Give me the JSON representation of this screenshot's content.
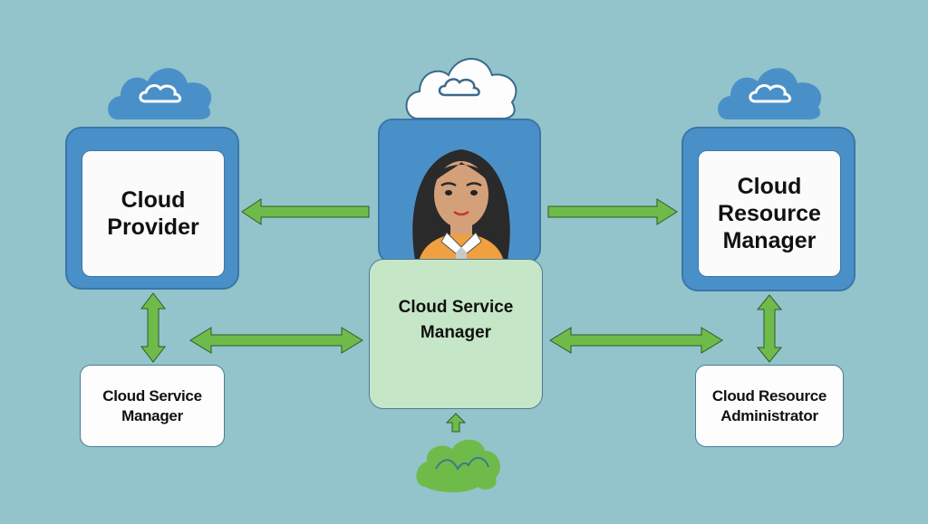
{
  "diagram": {
    "title": "",
    "nodes": {
      "cloud_provider": {
        "label_line1": "Cloud",
        "label_line2": "Provider",
        "icon": "cloud-icon"
      },
      "cloud_resource_manager": {
        "label_line1": "Cloud",
        "label_line2": "Resource",
        "label_line3": "Manager",
        "icon": "cloud-icon"
      },
      "person": {
        "icon": "person-avatar",
        "top_icon": "cloud-icon"
      },
      "cloud_service_manager_center": {
        "label_line1": "Cloud Service",
        "label_line2": "Manager"
      },
      "cloud_service_manager_left": {
        "label_line1": "Cloud Service",
        "label_line2": "Manager"
      },
      "cloud_resource_administrator": {
        "label_line1": "Cloud Resource",
        "label_line2": "Administrator"
      },
      "bottom_cloud": {
        "icon": "green-cloud-icon"
      }
    },
    "edges": [
      {
        "from": "person",
        "to": "cloud_provider",
        "direction": "one-way"
      },
      {
        "from": "person",
        "to": "cloud_resource_manager",
        "direction": "one-way"
      },
      {
        "from": "cloud_provider",
        "to": "cloud_service_manager_left",
        "direction": "two-way"
      },
      {
        "from": "cloud_service_manager_left",
        "to": "cloud_service_manager_center",
        "direction": "two-way"
      },
      {
        "from": "cloud_service_manager_center",
        "to": "cloud_resource_administrator",
        "direction": "two-way"
      },
      {
        "from": "cloud_resource_manager",
        "to": "cloud_resource_administrator",
        "direction": "two-way"
      },
      {
        "from": "bottom_cloud",
        "to": "cloud_service_manager_center",
        "direction": "one-way"
      }
    ],
    "colors": {
      "background": "#93c3cb",
      "node_blue": "#4a90c8",
      "arrow_green": "#6fbb4a",
      "center_box_green": "#c6e6c8",
      "person_shirt": "#f0a040"
    }
  }
}
